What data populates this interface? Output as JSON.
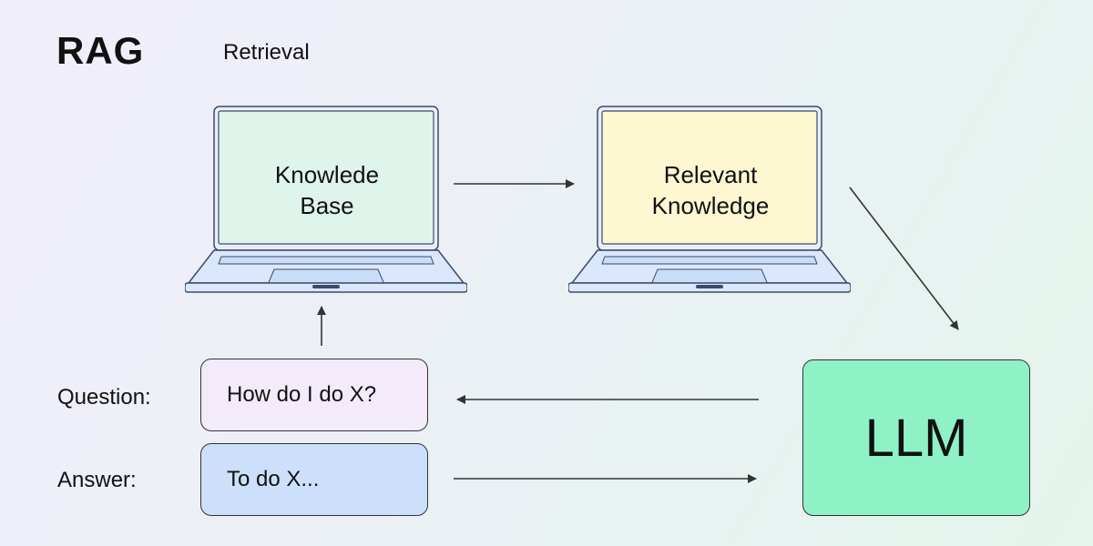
{
  "header": {
    "title": "RAG",
    "subtitle": "Retrieval"
  },
  "laptops": [
    {
      "label": "Knowlede\nBase",
      "screen_color": "#dff5ec"
    },
    {
      "label": "Relevant\nKnowledge",
      "screen_color": "#fdf7d2"
    }
  ],
  "rows": {
    "question": {
      "label": "Question:",
      "value": "How do I do X?",
      "color": "#f3eafa"
    },
    "answer": {
      "label": "Answer:",
      "value": "To do X...",
      "color": "#cde0fb"
    }
  },
  "llm": {
    "label": "LLM",
    "color": "#8ff2c6"
  }
}
